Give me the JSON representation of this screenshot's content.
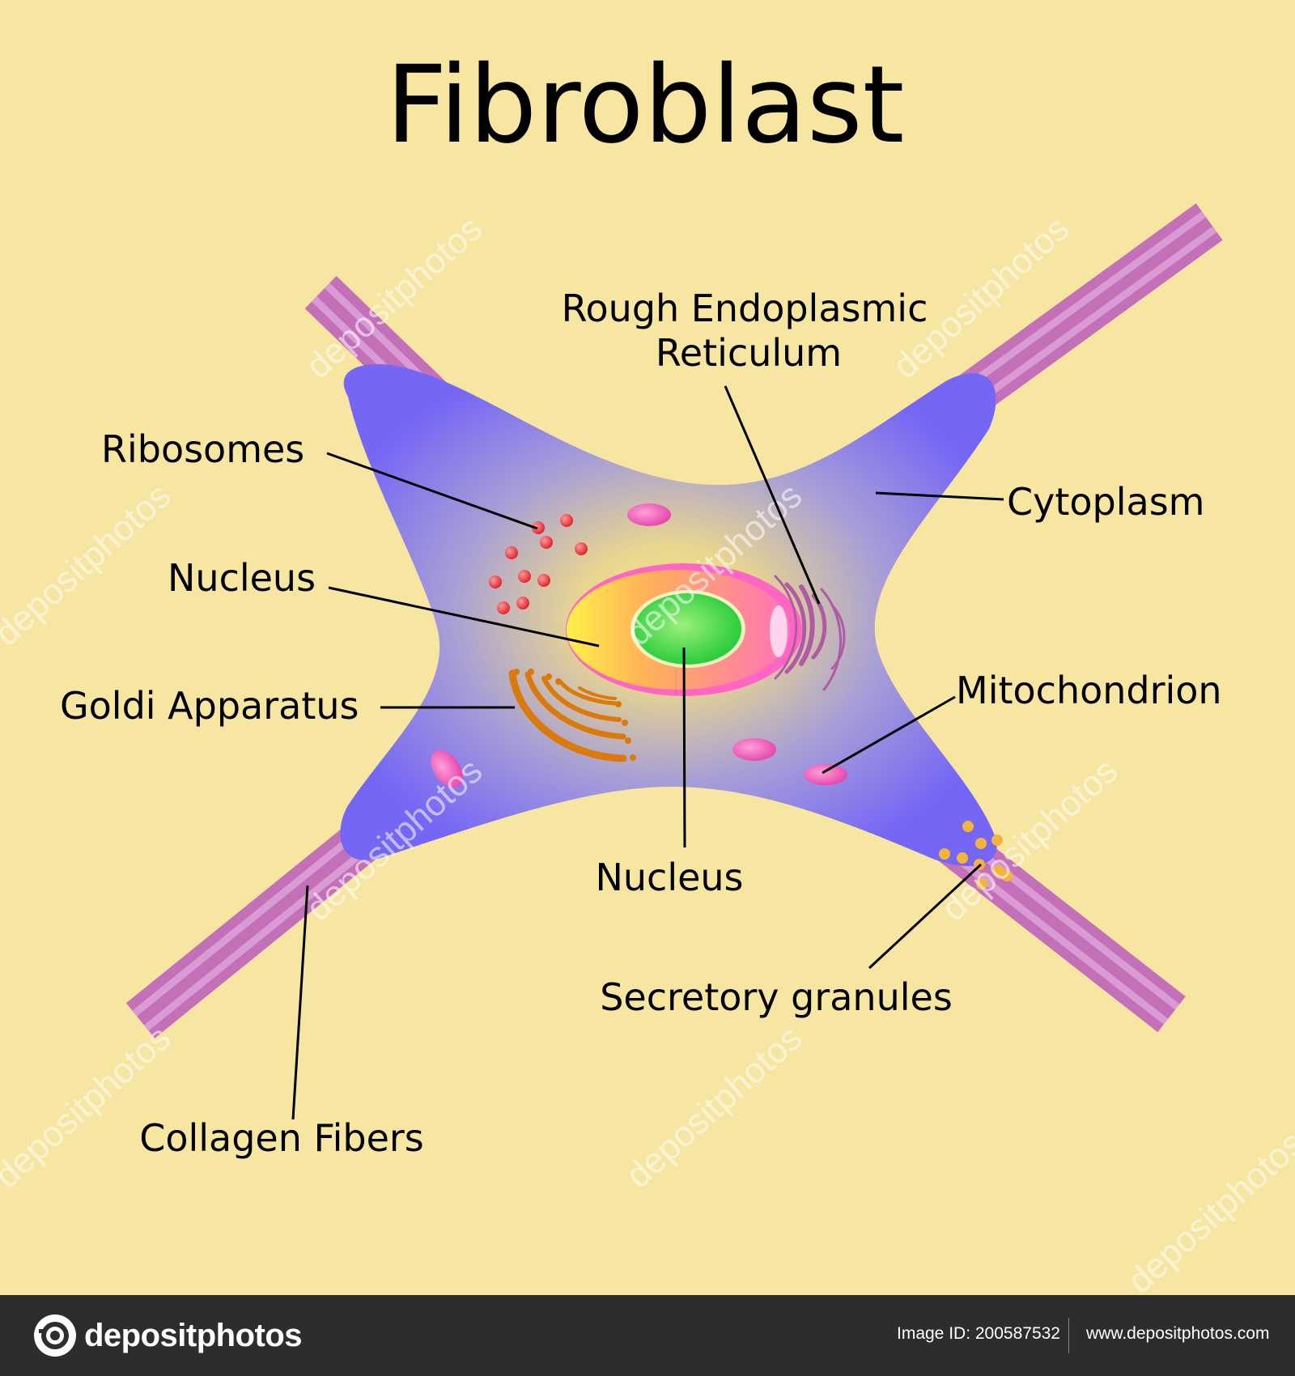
{
  "title": "Fibroblast",
  "labels": {
    "rough_er_line1": "Rough Endoplasmic",
    "rough_er_line2": "Reticulum",
    "ribosomes": "Ribosomes",
    "cytoplasm": "Cytoplasm",
    "nucleus_left": "Nucleus",
    "goldi": "Goldi Apparatus",
    "mitochondrion": "Mitochondrion",
    "nucleus_bottom": "Nucleus",
    "secretory": "Secretory granules",
    "collagen": "Collagen Fibers"
  },
  "watermark": "depositphotos",
  "footer": {
    "brand": "depositphotos",
    "image_id": "Image ID: 200587532",
    "site": "www.depositphotos.com"
  },
  "colors": {
    "background": "#f7e6a1",
    "cell_body": "#7c6cf5",
    "collagen": "#c370b9",
    "nucleus_outer": "#ff66c4",
    "nucleolus": "#3ed64a",
    "ribosome": "#e3252d",
    "golgi": "#d97a0a",
    "mitochondrion": "#e94db2",
    "granule": "#f4b43c",
    "footer_bg": "#2d2d2d"
  }
}
